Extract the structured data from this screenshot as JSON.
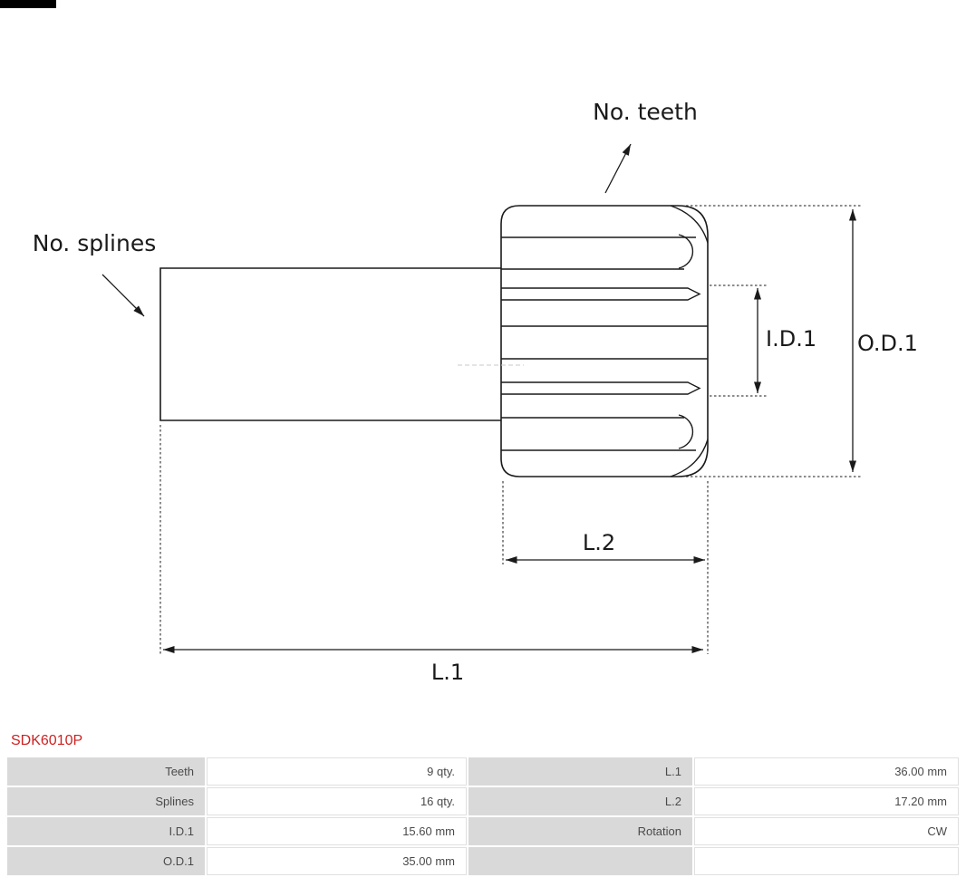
{
  "page": {
    "title": "SDK6010P"
  },
  "colors": {
    "accent_red": "#cc2222",
    "table_label_gray": "#d9d9d9",
    "drawing_line": "#1a1a1a"
  },
  "diagram": {
    "labels": {
      "teeth": "No. teeth",
      "splines": "No. splines",
      "id1": "I.D.1",
      "od1": "O.D.1",
      "l2": "L.2",
      "l1": "L.1"
    }
  },
  "table": {
    "rows": [
      [
        "Teeth",
        "9 qty.",
        "L.1",
        "36.00 mm"
      ],
      [
        "Splines",
        "16 qty.",
        "L.2",
        "17.20 mm"
      ],
      [
        "I.D.1",
        "15.60 mm",
        "Rotation",
        "CW"
      ],
      [
        "O.D.1",
        "35.00 mm",
        "",
        ""
      ]
    ]
  }
}
